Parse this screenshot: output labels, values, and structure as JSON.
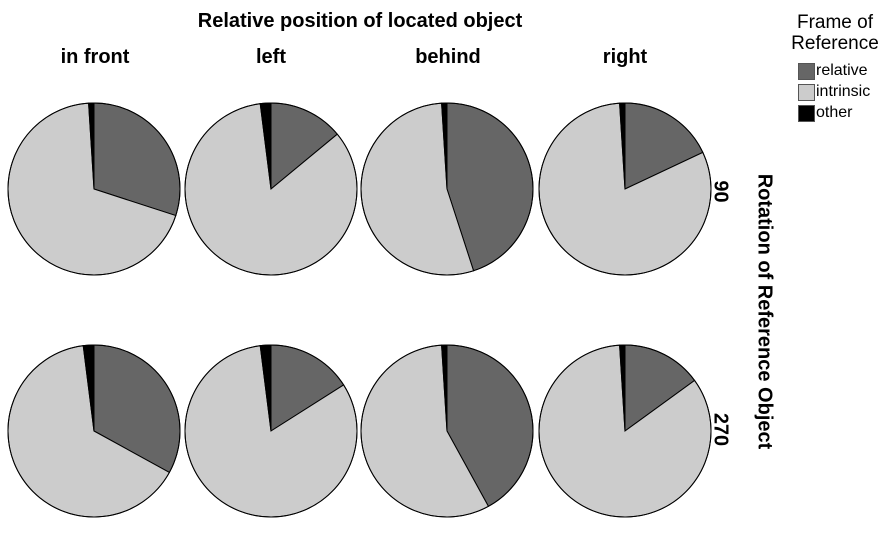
{
  "chart_data": {
    "type": "pie",
    "title": "Relative position of located object",
    "column_labels": [
      "in front",
      "left",
      "behind",
      "right"
    ],
    "row_axis_label": "Rotation of Reference Object",
    "row_labels": [
      "90",
      "270"
    ],
    "legend": {
      "title_line1": "Frame of",
      "title_line2": "Reference",
      "items": [
        {
          "name": "relative",
          "color": "#666666"
        },
        {
          "name": "intrinsic",
          "color": "#cccccc"
        },
        {
          "name": "other",
          "color": "#000000"
        }
      ]
    },
    "panels": [
      {
        "row": "90",
        "column": "in front",
        "relative": 0.3,
        "intrinsic": 0.69,
        "other": 0.01
      },
      {
        "row": "90",
        "column": "left",
        "relative": 0.14,
        "intrinsic": 0.84,
        "other": 0.02
      },
      {
        "row": "90",
        "column": "behind",
        "relative": 0.45,
        "intrinsic": 0.54,
        "other": 0.01
      },
      {
        "row": "90",
        "column": "right",
        "relative": 0.18,
        "intrinsic": 0.81,
        "other": 0.01
      },
      {
        "row": "270",
        "column": "in front",
        "relative": 0.33,
        "intrinsic": 0.65,
        "other": 0.02
      },
      {
        "row": "270",
        "column": "left",
        "relative": 0.16,
        "intrinsic": 0.82,
        "other": 0.02
      },
      {
        "row": "270",
        "column": "behind",
        "relative": 0.42,
        "intrinsic": 0.57,
        "other": 0.01
      },
      {
        "row": "270",
        "column": "right",
        "relative": 0.15,
        "intrinsic": 0.84,
        "other": 0.01
      }
    ]
  }
}
